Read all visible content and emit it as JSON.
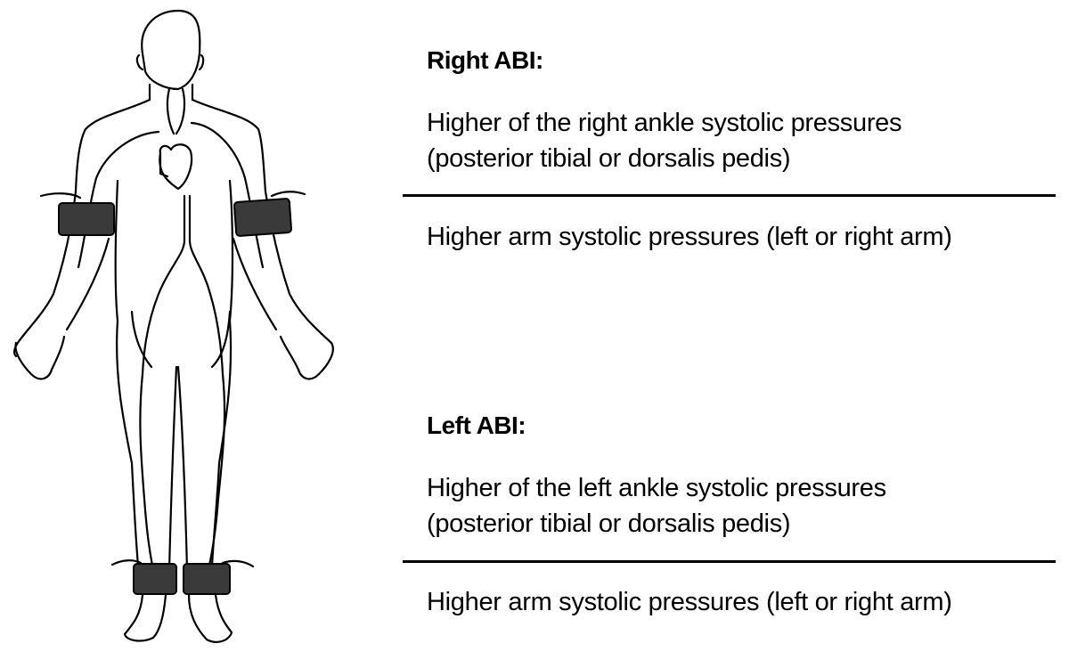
{
  "figure": {
    "description": "Front-view line drawing of human body with arterial system; blood pressure cuffs on both upper arms and both ankles",
    "cuff_color": "#3a3a3a",
    "line_color": "#000000"
  },
  "right_abi": {
    "heading": "Right ABI:",
    "numerator_line1": "Higher of the right ankle systolic pressures",
    "numerator_line2": "(posterior tibial or dorsalis pedis)",
    "denominator": "Higher arm systolic pressures (left or right arm)"
  },
  "left_abi": {
    "heading": "Left ABI:",
    "numerator_line1": "Higher of the left ankle systolic pressures",
    "numerator_line2": "(posterior tibial or dorsalis pedis)",
    "denominator": "Higher arm systolic pressures (left or right arm)"
  }
}
